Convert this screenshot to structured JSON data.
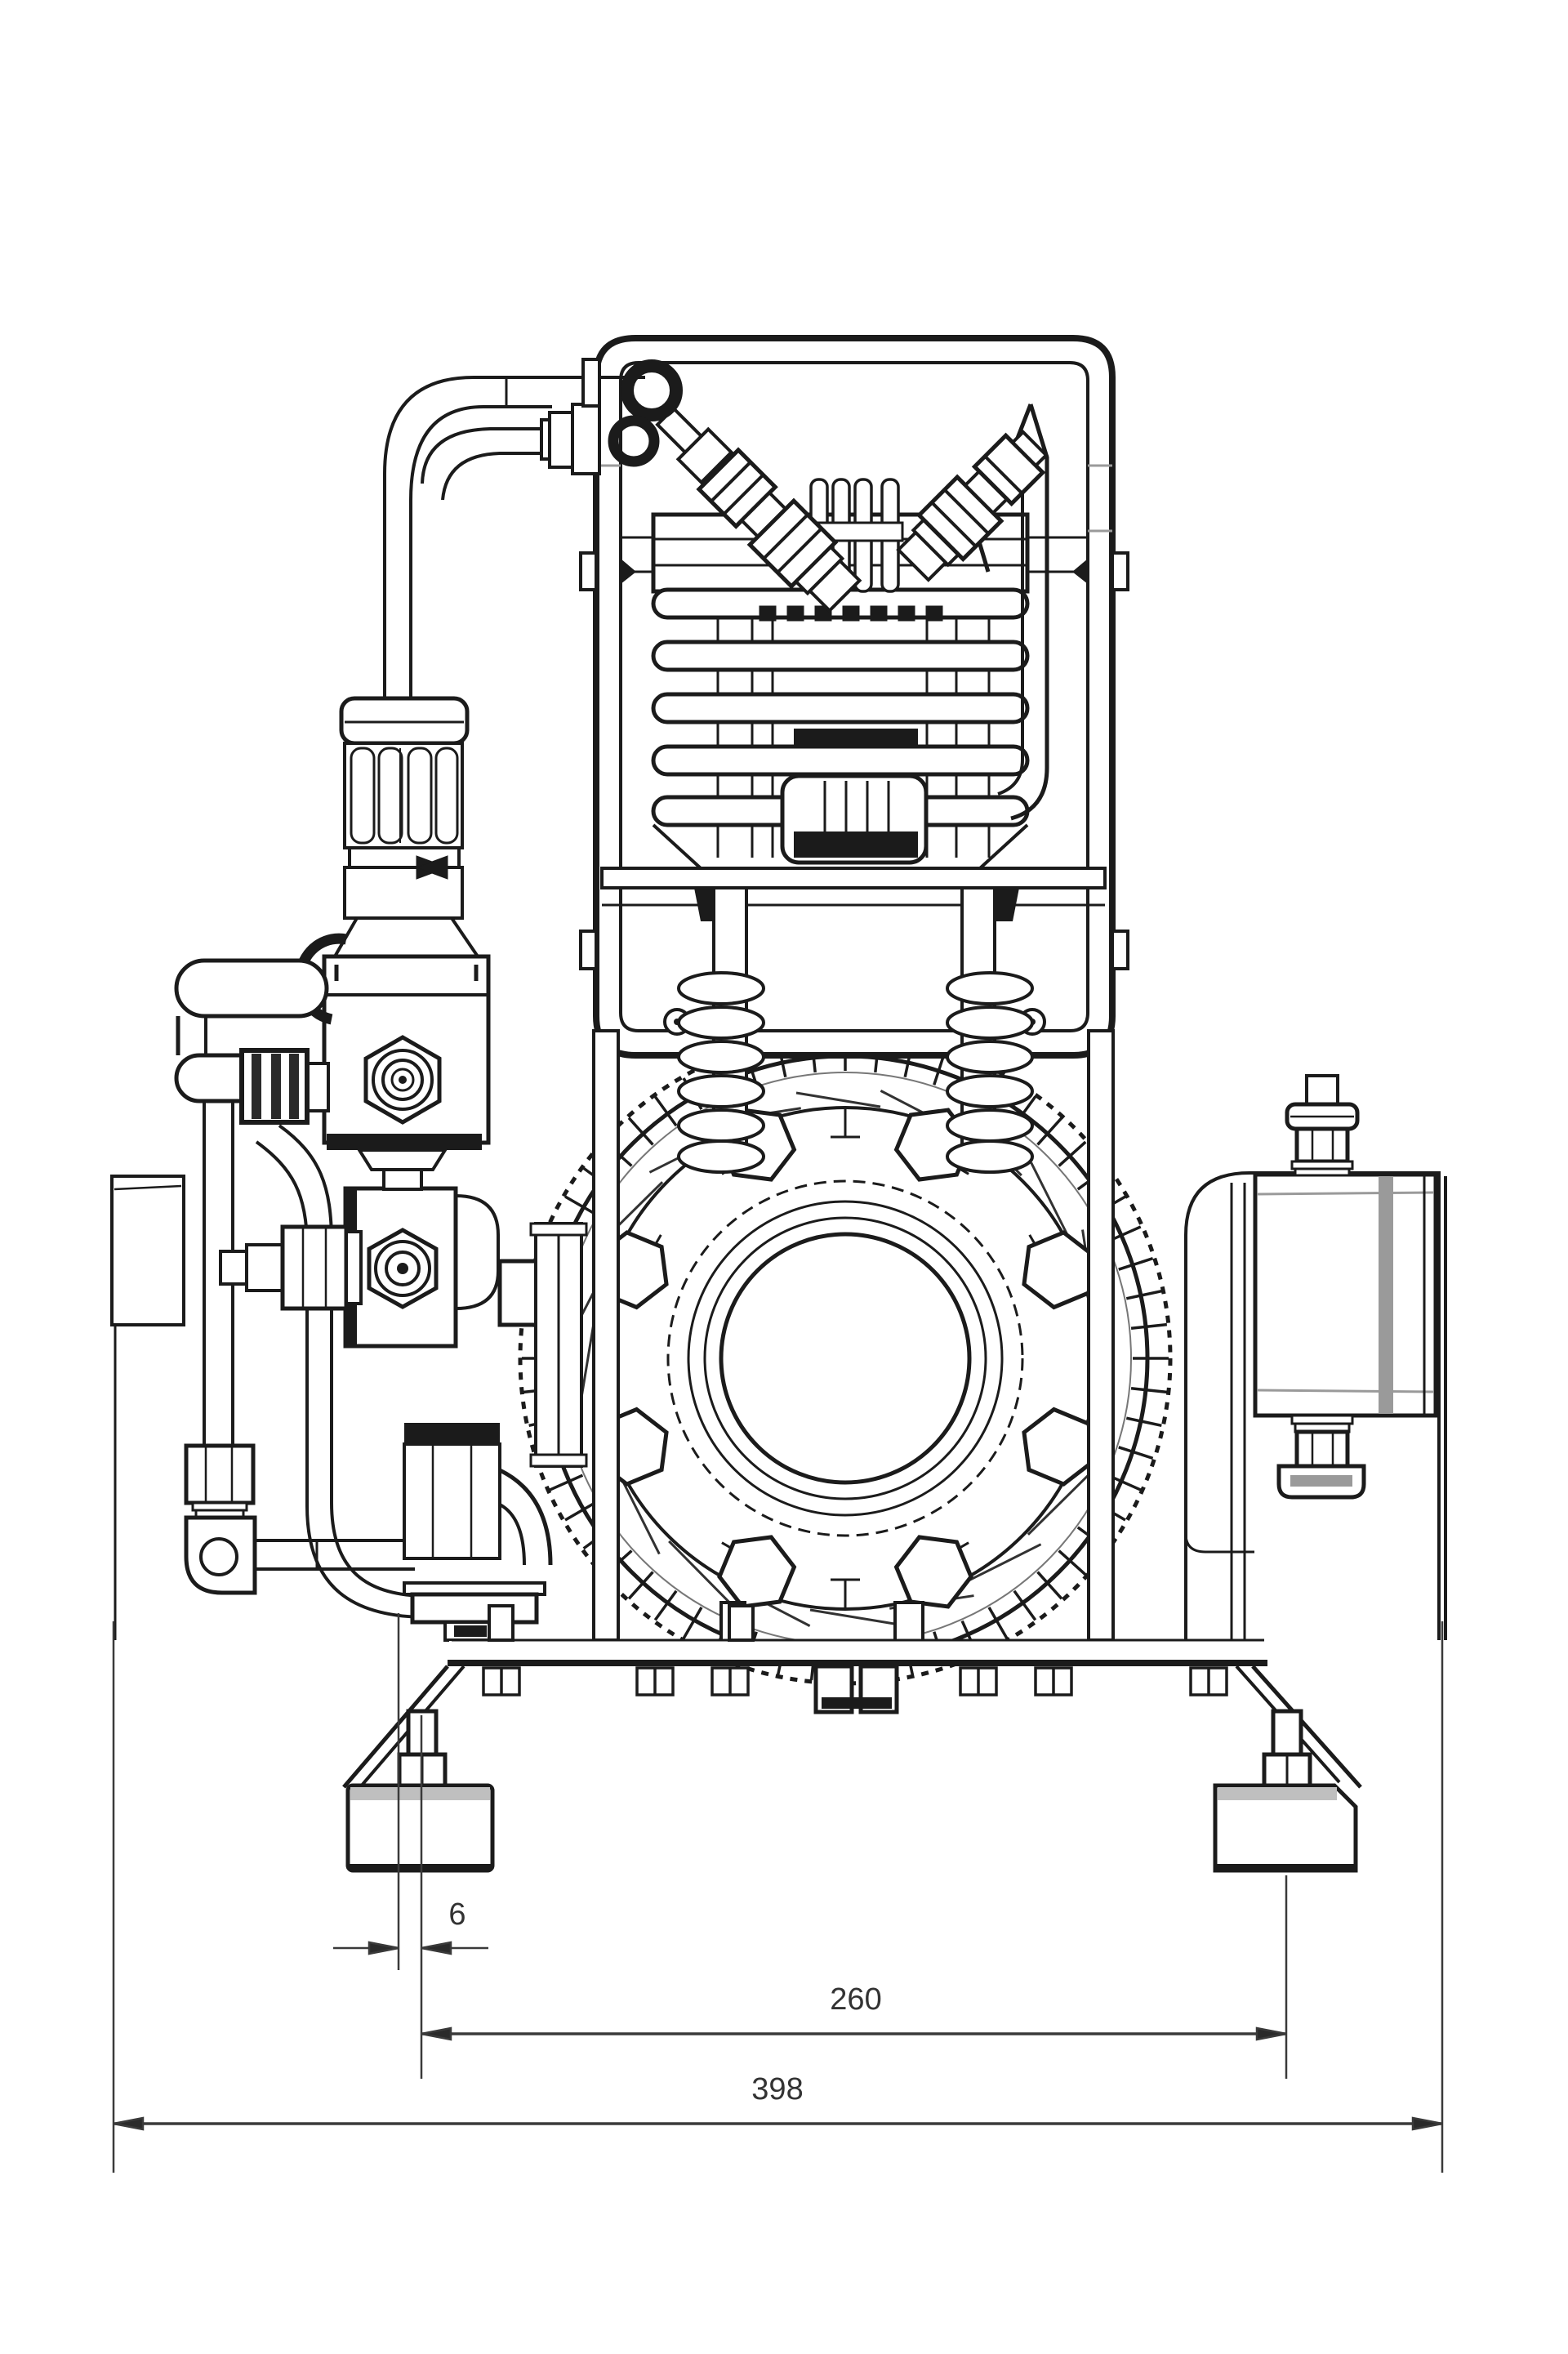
{
  "drawing": {
    "title": "compressor-front-view-technical-drawing",
    "background": "#ffffff",
    "line_color": "#1b1b1b",
    "gray_color": "#9a9a9a",
    "dim_color": "#3a3a3a"
  },
  "dimensions": {
    "bolt_offset": {
      "label": "6"
    },
    "foot_spacing": {
      "label": "260"
    },
    "overall_width": {
      "label": "398"
    }
  }
}
